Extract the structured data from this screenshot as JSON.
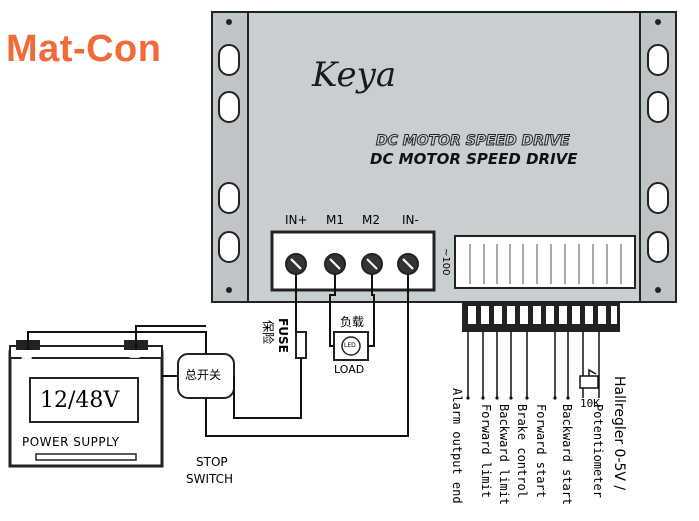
{
  "watermark": "Mat-Con",
  "device": {
    "logo": "Keya",
    "title_outline": "DC MOTOR SPEED DRIVE",
    "title": "DC MOTOR SPEED DRIVE",
    "terminals": [
      "IN+",
      "M1",
      "M2",
      "IN-"
    ],
    "terminal_side_label": "~100"
  },
  "power_supply": {
    "voltage": "12/48V",
    "label": "POWER SUPPLY",
    "plus": "+",
    "minus": "−"
  },
  "fuse": {
    "en": "FUSE",
    "cn": "保险"
  },
  "main_switch_cn": "总开关",
  "stop_switch": [
    "STOP",
    "SWITCH"
  ],
  "load": {
    "cn": "负载",
    "en": "LOAD",
    "symbol": "LED"
  },
  "potentiometer_value": "10K",
  "signal_labels": [
    "Alarm output end",
    "Forward limit",
    "Backward limit",
    "Brake control",
    "Forward start",
    "Backward start",
    "Potentiometer"
  ],
  "note": "Hallregler 0-5V /",
  "colors": {
    "brand": "#f26a3b",
    "panel": "#c9ced1",
    "wire": "#111111"
  }
}
